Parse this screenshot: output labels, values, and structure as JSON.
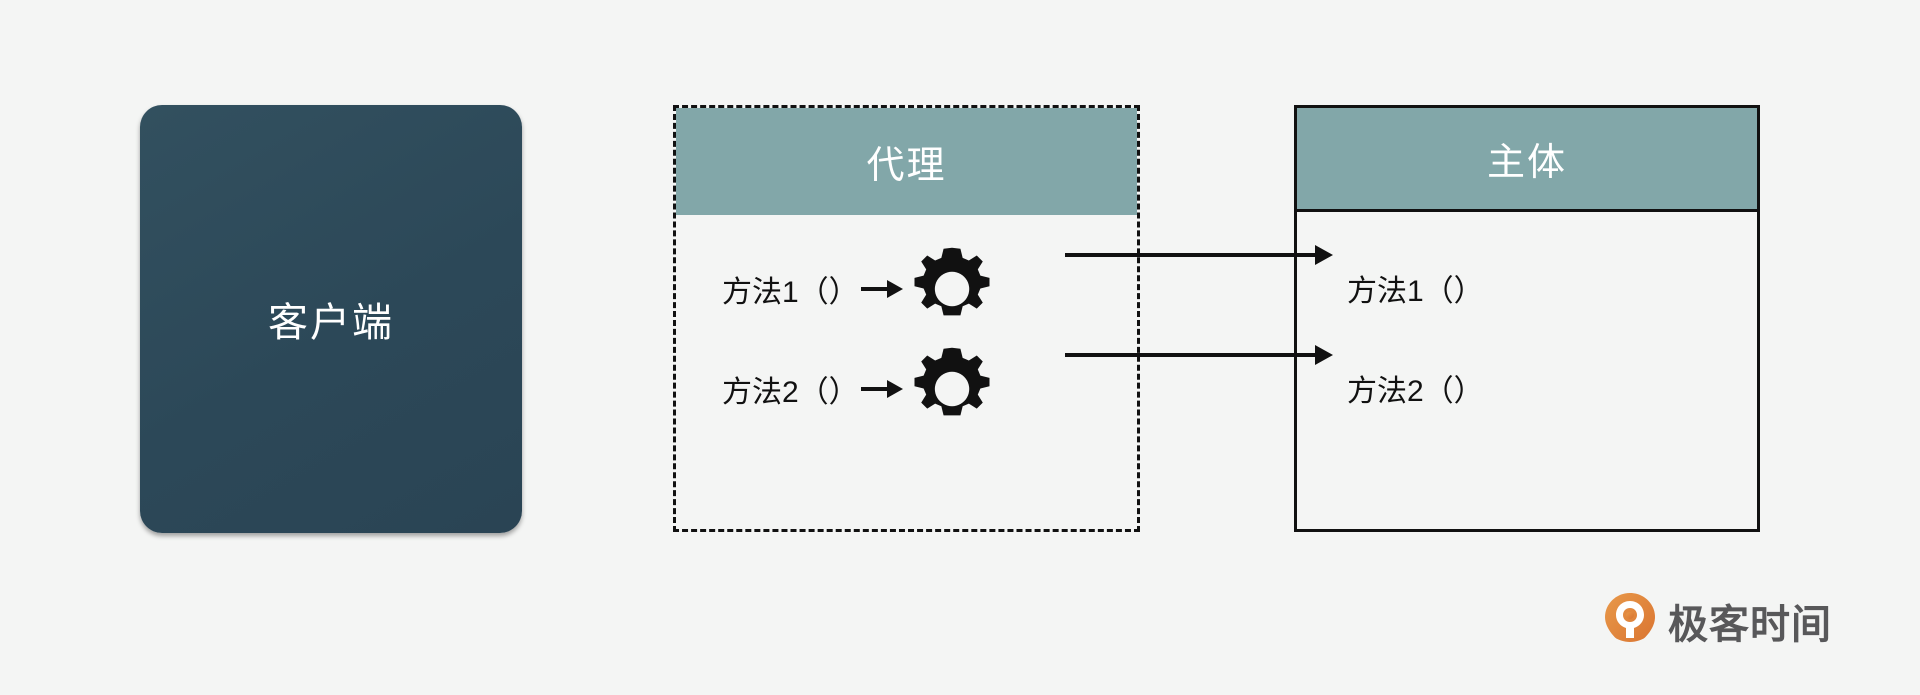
{
  "diagram": {
    "title": "Proxy Pattern Diagram",
    "background_color": "#f4f5f4",
    "client": {
      "label": "客户端",
      "fill_color": "#2d4a5c",
      "text_color": "#ffffff"
    },
    "proxy": {
      "header_label": "代理",
      "header_color": "#82a7a9",
      "border_style": "dashed",
      "border_color": "#111111",
      "methods": [
        {
          "label": "方法1（）",
          "arrow": "→",
          "icon": "gear-icon"
        },
        {
          "label": "方法2（）",
          "arrow": "→",
          "icon": "gear-icon"
        }
      ]
    },
    "subject": {
      "header_label": "主体",
      "header_color": "#82a7a9",
      "border_style": "solid",
      "border_color": "#111111",
      "methods": [
        {
          "label": "方法1（）"
        },
        {
          "label": "方法2（）"
        }
      ]
    },
    "connectors": [
      {
        "from": "proxy-method-1-gear",
        "to": "subject-method-1",
        "style": "solid-arrow"
      },
      {
        "from": "proxy-method-2-gear",
        "to": "subject-method-2",
        "style": "solid-arrow"
      }
    ]
  },
  "logo": {
    "text": "极客时间",
    "mark_color": "#e08a42",
    "text_color": "#58585a"
  }
}
